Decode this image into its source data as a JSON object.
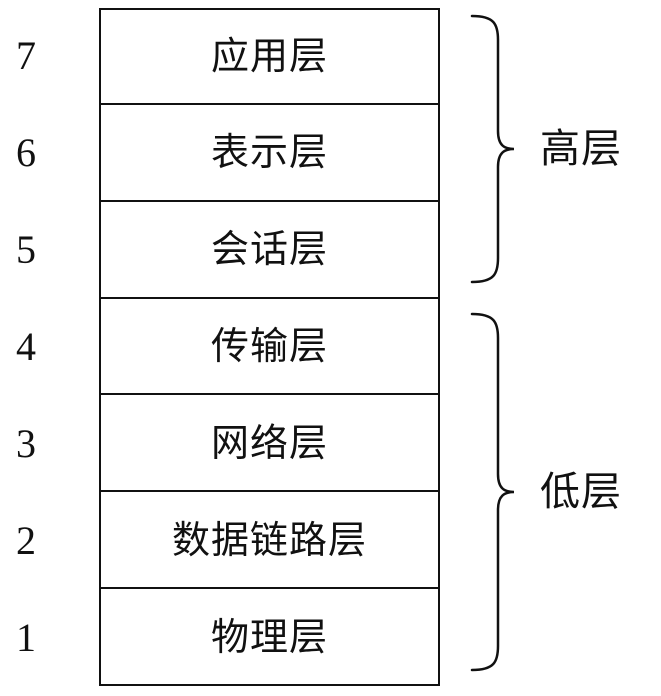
{
  "layers": [
    {
      "number": "7",
      "label": "应用层"
    },
    {
      "number": "6",
      "label": "表示层"
    },
    {
      "number": "5",
      "label": "会话层"
    },
    {
      "number": "4",
      "label": "传输层"
    },
    {
      "number": "3",
      "label": "网络层"
    },
    {
      "number": "2",
      "label": "数据链路层"
    },
    {
      "number": "1",
      "label": "物理层"
    }
  ],
  "groups": [
    {
      "label": "高层",
      "layer_count": 3
    },
    {
      "label": "低层",
      "layer_count": 4
    }
  ],
  "colors": {
    "line": "#111111",
    "background": "#ffffff"
  }
}
